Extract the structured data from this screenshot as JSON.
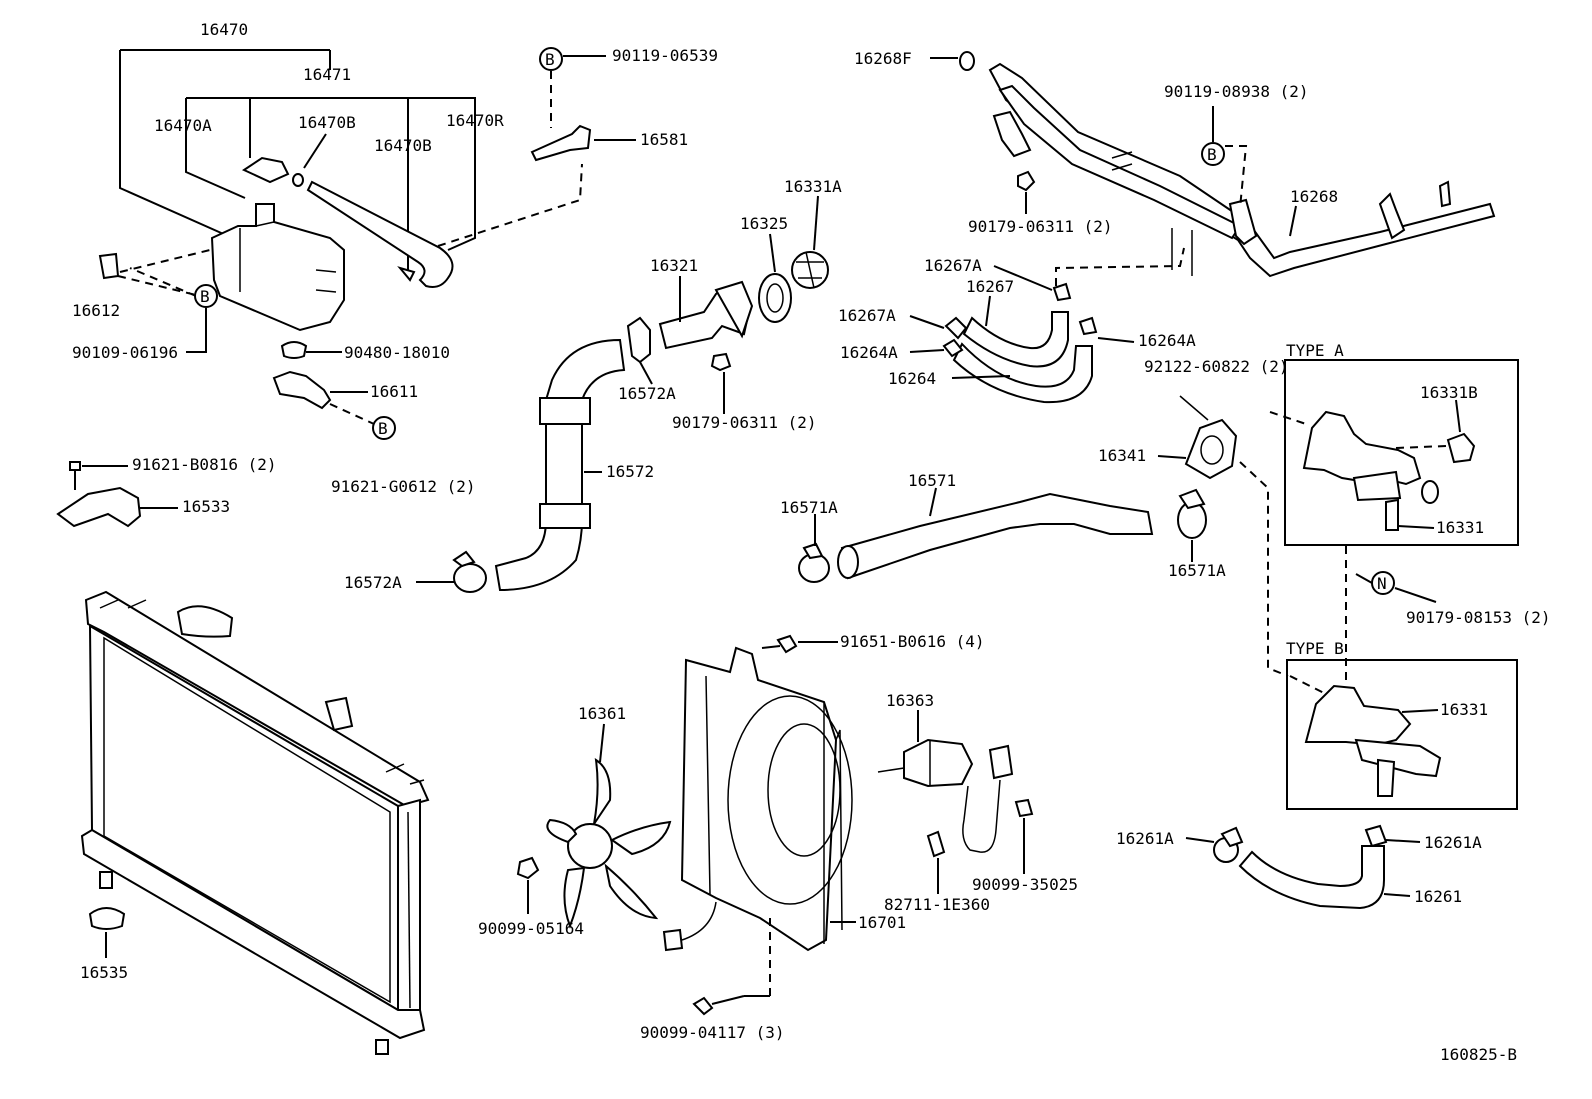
{
  "diagram_id": "160825-B",
  "markers": {
    "b": "B",
    "n": "N"
  },
  "parts": {
    "p16470": "16470",
    "p16471": "16471",
    "p16470A": "16470A",
    "p16470B_1": "16470B",
    "p16470B_2": "16470B",
    "p16470R": "16470R",
    "p16612": "16612",
    "p90109_06196": "90109-06196",
    "p90480_18010": "90480-18010",
    "p16611": "16611",
    "p91621_G0612": "91621-G0612 (2)",
    "p91621_B0816": "91621-B0816 (2)",
    "p16533": "16533",
    "p90119_06539": "90119-06539",
    "p16581": "16581",
    "p16321": "16321",
    "p16325": "16325",
    "p16331A": "16331A",
    "p16572A_1": "16572A",
    "p90179_06311_1": "90179-06311 (2)",
    "p16572": "16572",
    "p16572A_2": "16572A",
    "p16268F": "16268F",
    "p90119_08938": "90119-08938 (2)",
    "p90179_06311_2": "90179-06311 (2)",
    "p16268": "16268",
    "p16267A_1": "16267A",
    "p16267": "16267",
    "p16267A_2": "16267A",
    "p16264A_1": "16264A",
    "p16264A_2": "16264A",
    "p16264": "16264",
    "p92122_60822": "92122-60822 (2)",
    "p16341": "16341",
    "p16571": "16571",
    "p16571A_1": "16571A",
    "p16571A_2": "16571A",
    "p16331B": "16331B",
    "p16331_1": "16331",
    "p90179_08153": "90179-08153 (2)",
    "p16331_2": "16331",
    "p91651_B0616": "91651-B0616 (4)",
    "p16361": "16361",
    "p16363": "16363",
    "p90099_05164": "90099-05164",
    "p82711_1E360": "82711-1E360",
    "p90099_35025": "90099-35025",
    "p16701": "16701",
    "p90099_04117": "90099-04117 (3)",
    "p16535": "16535",
    "p16261A_1": "16261A",
    "p16261A_2": "16261A",
    "p16261": "16261"
  },
  "groups": {
    "type_a": "TYPE A",
    "type_b": "TYPE B"
  }
}
